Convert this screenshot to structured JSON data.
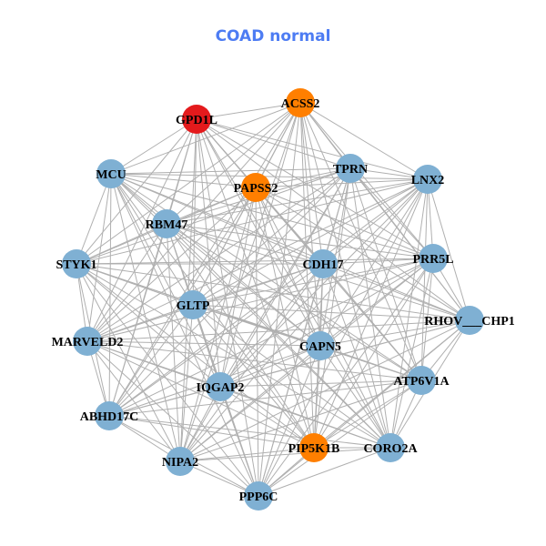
{
  "title": "COAD normal",
  "colors": {
    "red": "#E41A1C",
    "orange": "#FF7F00",
    "blue": "#7FB0D3",
    "edge": "#B0B0B0"
  },
  "nodes": [
    {
      "label": "ACSS2",
      "color": "orange"
    },
    {
      "label": "GPD1L",
      "color": "red"
    },
    {
      "label": "TPRN",
      "color": "blue"
    },
    {
      "label": "LNX2",
      "color": "blue"
    },
    {
      "label": "MCU",
      "color": "blue"
    },
    {
      "label": "PAPSS2",
      "color": "orange"
    },
    {
      "label": "RBM47",
      "color": "blue"
    },
    {
      "label": "PRR5L",
      "color": "blue"
    },
    {
      "label": "STYK1",
      "color": "blue"
    },
    {
      "label": "CDH17",
      "color": "blue"
    },
    {
      "label": "GLTP",
      "color": "blue"
    },
    {
      "label": "RHOV___CHP1",
      "color": "blue"
    },
    {
      "label": "MARVELD2",
      "color": "blue"
    },
    {
      "label": "CAPN5",
      "color": "blue"
    },
    {
      "label": "ATP6V1A",
      "color": "blue"
    },
    {
      "label": "IQGAP2",
      "color": "blue"
    },
    {
      "label": "ABHD17C",
      "color": "blue"
    },
    {
      "label": "PIP5K1B",
      "color": "orange"
    },
    {
      "label": "CORO2A",
      "color": "blue"
    },
    {
      "label": "NIPA2",
      "color": "blue"
    },
    {
      "label": "PPP6C",
      "color": "blue"
    }
  ]
}
